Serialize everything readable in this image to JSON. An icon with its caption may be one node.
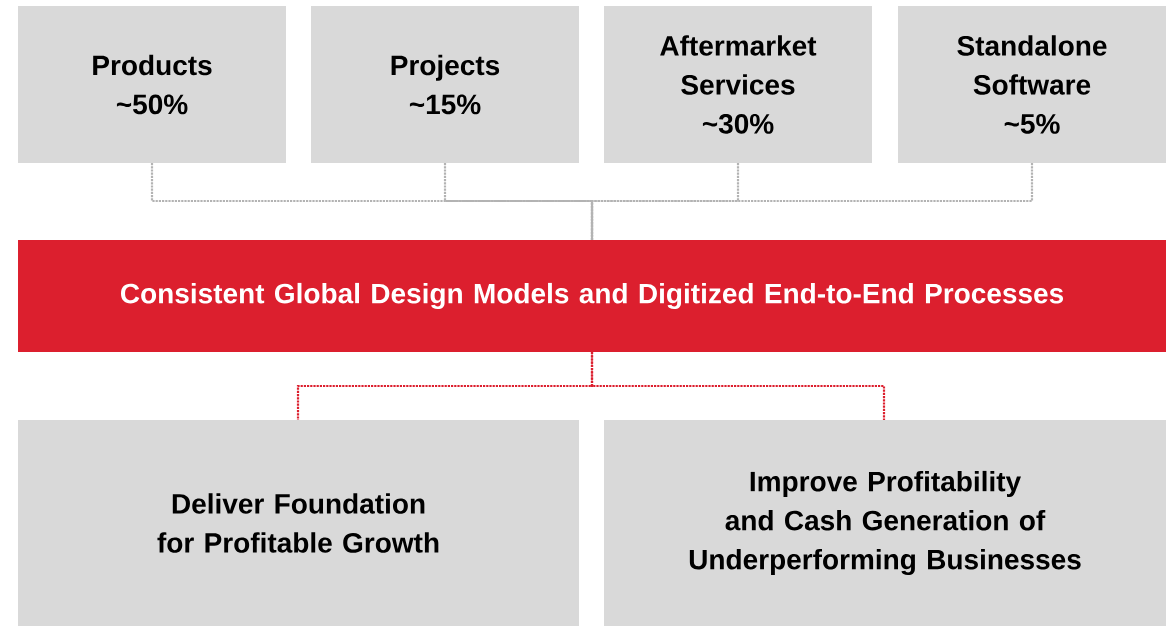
{
  "diagram": {
    "nodes": [
      {
        "text": [
          "Products",
          "~50%"
        ]
      },
      {
        "text": [
          "Projects",
          "~15%"
        ]
      },
      {
        "text": [
          "Aftermarket Services",
          "~30%"
        ]
      },
      {
        "text": [
          "Standalone Software",
          "~5%"
        ]
      },
      {
        "text": [
          "Consistent Global Design Models and Digitized End-to-End Processes"
        ]
      },
      {
        "text": [
          "Deliver Foundation for Profitable Growth"
        ]
      },
      {
        "text": [
          "Improve Profitability and Cash Generation of Underperforming Businesses"
        ]
      }
    ],
    "edges": [
      {
        "from": 0,
        "to": 4,
        "arrow": "none",
        "style": "dashed",
        "color": "#b3b3b3"
      },
      {
        "from": 1,
        "to": 4,
        "arrow": "none",
        "style": "dashed",
        "color": "#b3b3b3"
      },
      {
        "from": 2,
        "to": 4,
        "arrow": "none",
        "style": "dashed",
        "color": "#b3b3b3"
      },
      {
        "from": 3,
        "to": 4,
        "arrow": "none",
        "style": "dashed",
        "color": "#b3b3b3"
      },
      {
        "from": 4,
        "to": 5,
        "arrow": "none",
        "style": "dashed",
        "color": "#dc1f2e"
      },
      {
        "from": 4,
        "to": 6,
        "arrow": "none",
        "style": "dashed",
        "color": "#dc1f2e"
      }
    ]
  }
}
